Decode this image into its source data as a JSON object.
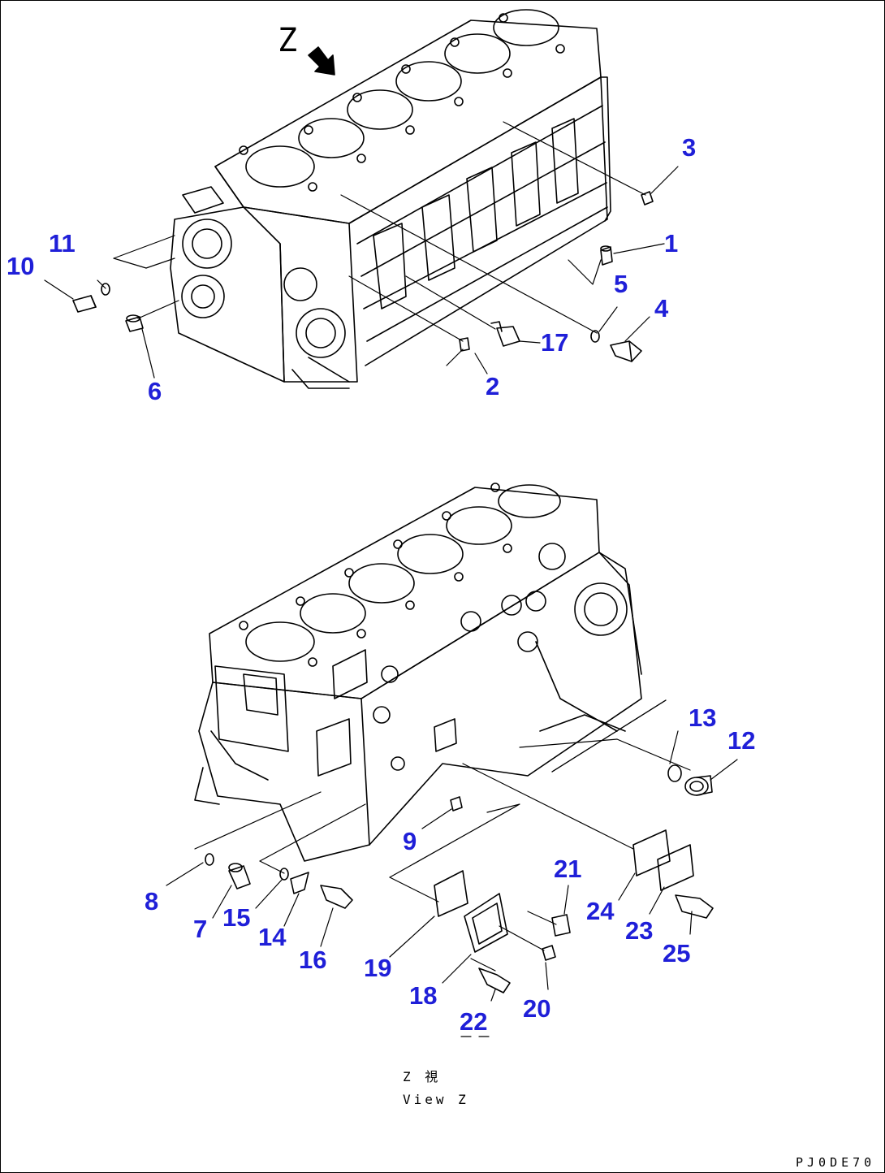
{
  "view_marker": "Z",
  "callouts": [
    {
      "id": "c1",
      "label": "1"
    },
    {
      "id": "c2",
      "label": "2"
    },
    {
      "id": "c3",
      "label": "3"
    },
    {
      "id": "c4",
      "label": "4"
    },
    {
      "id": "c5",
      "label": "5"
    },
    {
      "id": "c6",
      "label": "6"
    },
    {
      "id": "c7",
      "label": "7"
    },
    {
      "id": "c8",
      "label": "8"
    },
    {
      "id": "c9",
      "label": "9"
    },
    {
      "id": "c10",
      "label": "10"
    },
    {
      "id": "c11",
      "label": "11"
    },
    {
      "id": "c12",
      "label": "12"
    },
    {
      "id": "c13",
      "label": "13"
    },
    {
      "id": "c14",
      "label": "14"
    },
    {
      "id": "c15",
      "label": "15"
    },
    {
      "id": "c16",
      "label": "16"
    },
    {
      "id": "c17",
      "label": "17"
    },
    {
      "id": "c18",
      "label": "18"
    },
    {
      "id": "c19",
      "label": "19"
    },
    {
      "id": "c20",
      "label": "20"
    },
    {
      "id": "c21",
      "label": "21"
    },
    {
      "id": "c22",
      "label": "22"
    },
    {
      "id": "c23",
      "label": "23"
    },
    {
      "id": "c24",
      "label": "24"
    },
    {
      "id": "c25",
      "label": "25"
    }
  ],
  "caption_jp": "Z 視",
  "caption_en": "View Z",
  "drawing_code": "PJ0DE70",
  "colors": {
    "callout": "#1f1fd8",
    "line": "#000000",
    "background": "#ffffff"
  }
}
